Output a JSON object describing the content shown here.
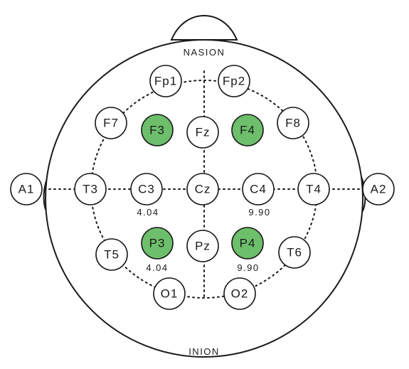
{
  "landmarks": {
    "nasion": "NASION",
    "inion": "INION"
  },
  "colors": {
    "highlight": "#6dbf6b",
    "default": "#ffffff",
    "stroke": "#1a1a1a"
  },
  "electrodes": [
    {
      "id": "Fp1",
      "label": "Fp1",
      "highlighted": false
    },
    {
      "id": "Fp2",
      "label": "Fp2",
      "highlighted": false
    },
    {
      "id": "F7",
      "label": "F7",
      "highlighted": false
    },
    {
      "id": "F3",
      "label": "F3",
      "highlighted": true
    },
    {
      "id": "Fz",
      "label": "Fz",
      "highlighted": false
    },
    {
      "id": "F4",
      "label": "F4",
      "highlighted": true
    },
    {
      "id": "F8",
      "label": "F8",
      "highlighted": false
    },
    {
      "id": "A1",
      "label": "A1",
      "highlighted": false
    },
    {
      "id": "T3",
      "label": "T3",
      "highlighted": false
    },
    {
      "id": "C3",
      "label": "C3",
      "highlighted": false
    },
    {
      "id": "Cz",
      "label": "Cz",
      "highlighted": false
    },
    {
      "id": "C4",
      "label": "C4",
      "highlighted": false
    },
    {
      "id": "T4",
      "label": "T4",
      "highlighted": false
    },
    {
      "id": "A2",
      "label": "A2",
      "highlighted": false
    },
    {
      "id": "T5",
      "label": "T5",
      "highlighted": false
    },
    {
      "id": "P3",
      "label": "P3",
      "highlighted": true
    },
    {
      "id": "Pz",
      "label": "Pz",
      "highlighted": false
    },
    {
      "id": "P4",
      "label": "P4",
      "highlighted": true
    },
    {
      "id": "T6",
      "label": "T6",
      "highlighted": false
    },
    {
      "id": "O1",
      "label": "O1",
      "highlighted": false
    },
    {
      "id": "O2",
      "label": "O2",
      "highlighted": false
    }
  ],
  "values": {
    "c3": "4.04",
    "c4": "9.90",
    "p3": "4.04",
    "p4": "9.90"
  }
}
